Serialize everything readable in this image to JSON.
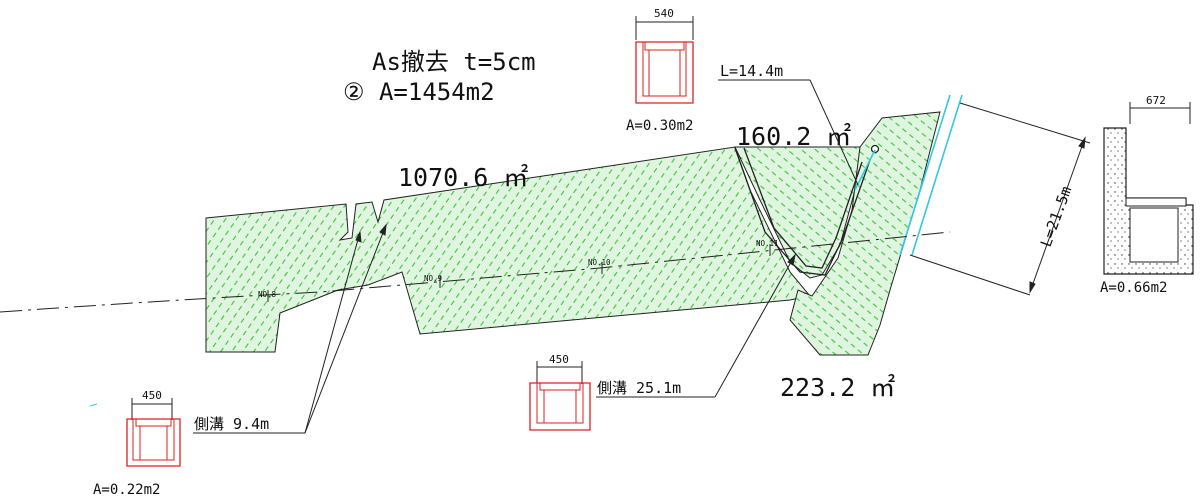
{
  "title": {
    "line1": "As撤去 t=5cm",
    "line2": "②  A=1454m2"
  },
  "areas": {
    "main": "1070.6 ㎡",
    "top_right": "160.2 ㎡",
    "bottom_right": "223.2 ㎡"
  },
  "stations": [
    "NO.8",
    "NO.9",
    "NO.10",
    "NO.11"
  ],
  "leaders": {
    "top": "L=14.4m",
    "ditch_mid": "側溝  25.1m",
    "ditch_left": "側溝  9.4m",
    "retaining": "L=21.5m"
  },
  "sections": {
    "top": {
      "width": "540",
      "area": "A=0.30m2"
    },
    "mid": {
      "width": "450"
    },
    "left": {
      "width": "450",
      "area": "A=0.22m2"
    },
    "right": {
      "width": "672",
      "area": "A=0.66m2"
    }
  },
  "colors": {
    "hatch_fill": "#dff5df",
    "hatch_line": "#39c639",
    "section_red": "#dd2222",
    "wall_cyan": "#33c8e6",
    "ink": "#111111"
  }
}
